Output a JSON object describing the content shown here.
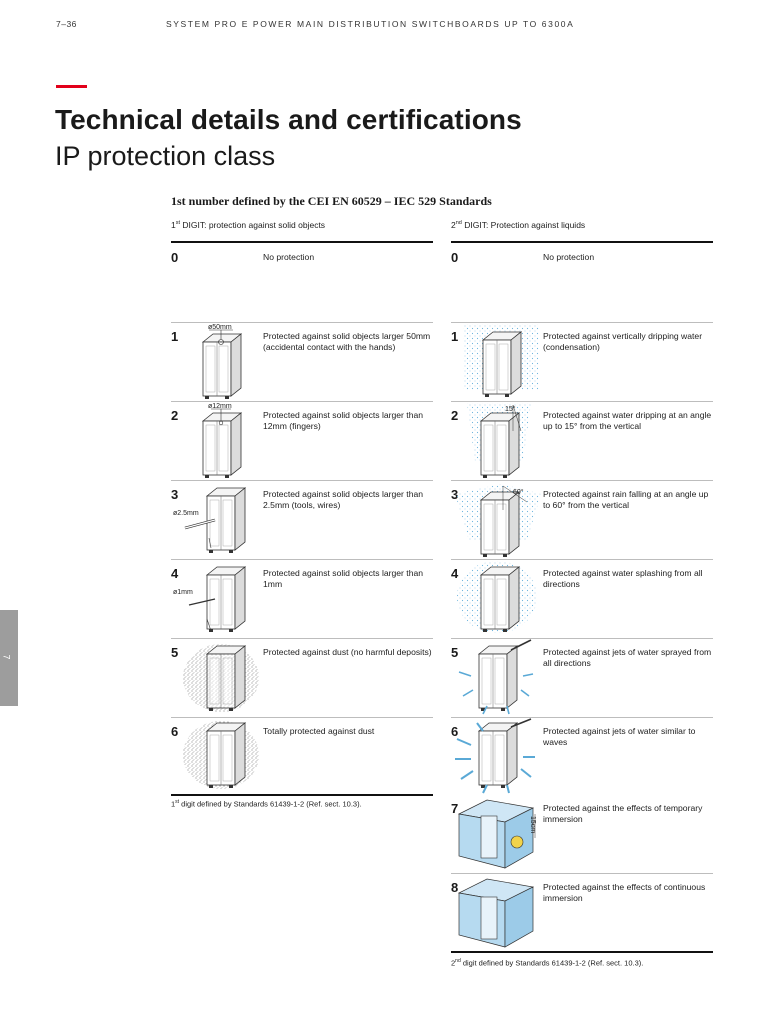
{
  "header": {
    "page_number": "7–36",
    "running_title": "SYSTEM PRO E POWER MAIN DISTRIBUTION SWITCHBOARDS UP TO 6300A"
  },
  "title": "Technical details and certifications",
  "subtitle": "IP protection class",
  "standards_heading": "1st number defined by the CEI EN 60529 – IEC 529 Standards",
  "side_tab": "7",
  "colors": {
    "accent": "#e2001a",
    "water": "#5aa9d6",
    "tab": "#9d9d9d"
  },
  "left_column": {
    "header_digit": "1",
    "header_sup": "st",
    "header_text": " DIGIT: protection against solid objects",
    "rows": [
      {
        "digit": "0",
        "text": "No protection"
      },
      {
        "digit": "1",
        "text": "Protected against solid objects larger 50mm (accidental contact with the hands)",
        "label": "ø50mm"
      },
      {
        "digit": "2",
        "text": "Protected against solid objects larger than 12mm (fingers)",
        "label": "ø12mm"
      },
      {
        "digit": "3",
        "text": "Protected against solid objects larger than 2.5mm (tools, wires)",
        "label": "ø2.5mm"
      },
      {
        "digit": "4",
        "text": "Protected against solid objects larger than 1mm",
        "label": "ø1mm"
      },
      {
        "digit": "5",
        "text": "Protected against dust (no harmful deposits)"
      },
      {
        "digit": "6",
        "text": "Totally protected against dust"
      }
    ],
    "footnote_digit": "1",
    "footnote_sup": "st",
    "footnote_text": " digit defined by Standards 61439-1-2 (Ref. sect. 10.3)."
  },
  "right_column": {
    "header_digit": "2",
    "header_sup": "nd",
    "header_text": " DIGIT: Protection against liquids",
    "rows": [
      {
        "digit": "0",
        "text": "No protection"
      },
      {
        "digit": "1",
        "text": "Protected against vertically dripping water (condensation)"
      },
      {
        "digit": "2",
        "text": "Protected against water dripping at an angle up to 15° from the vertical",
        "label": "15°"
      },
      {
        "digit": "3",
        "text": "Protected against rain falling at an angle up to 60° from the vertical",
        "label": "60°"
      },
      {
        "digit": "4",
        "text": "Protected against water splashing from all directions"
      },
      {
        "digit": "5",
        "text": "Protected against jets of water sprayed from all directions"
      },
      {
        "digit": "6",
        "text": "Protected against jets of water similar to waves"
      },
      {
        "digit": "7",
        "text": "Protected against the effects of temporary immersion",
        "label": "15cm"
      },
      {
        "digit": "8",
        "text": "Protected against the effects of continuous immersion"
      }
    ],
    "footnote_digit": "2",
    "footnote_sup": "nd",
    "footnote_text": " digit defined by Standards 61439-1-2 (Ref. sect. 10.3)."
  }
}
